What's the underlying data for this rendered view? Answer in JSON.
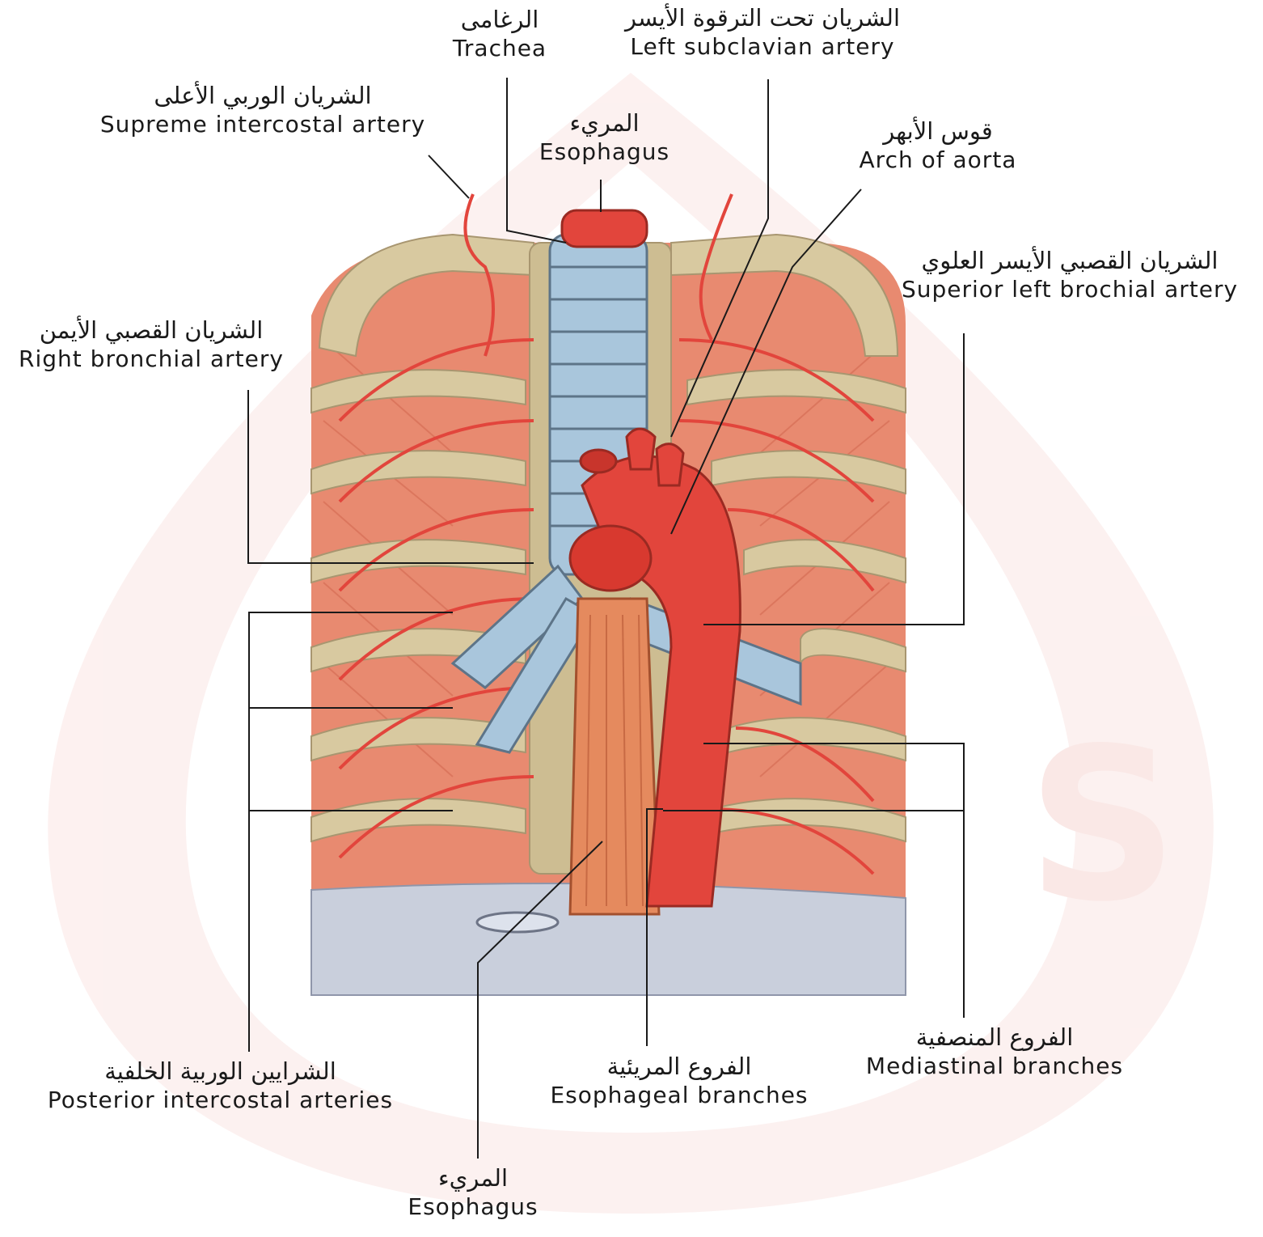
{
  "labels": {
    "trachea": {
      "ar": "الرغامى",
      "en": "Trachea"
    },
    "left_subclavian": {
      "ar": "الشريان تحت الترقوة الأيسر",
      "en": "Left subclavian artery"
    },
    "supreme_intercostal": {
      "ar": "الشريان الوربي الأعلى",
      "en": "Supreme intercostal artery"
    },
    "esophagus_top": {
      "ar": "المريء",
      "en": "Esophagus"
    },
    "arch_of_aorta": {
      "ar": "قوس الأبهر",
      "en": "Arch of aorta"
    },
    "superior_left_bronchial": {
      "ar": "الشريان القصبي الأيسر العلوي",
      "en": "Superior left brochial artery"
    },
    "right_bronchial": {
      "ar": "الشريان القصبي الأيمن",
      "en": "Right bronchial artery"
    },
    "posterior_intercostal": {
      "ar": "الشرايين الوربية الخلفية",
      "en": "Posterior intercostal arteries"
    },
    "esophageal_branches": {
      "ar": "الفروع المريئية",
      "en": "Esophageal branches"
    },
    "mediastinal_branches": {
      "ar": "الفروع المنصفية",
      "en": "Mediastinal branches"
    },
    "esophagus_bottom": {
      "ar": "المريء",
      "en": "Esophagus"
    }
  },
  "colors": {
    "muscle": "#e88a70",
    "artery": "#e2453c",
    "bone": "#d8c9a0",
    "trachea": "#a9c6dc",
    "diaphragm": "#c9cfdc",
    "watermark": "#fbe6e4"
  }
}
